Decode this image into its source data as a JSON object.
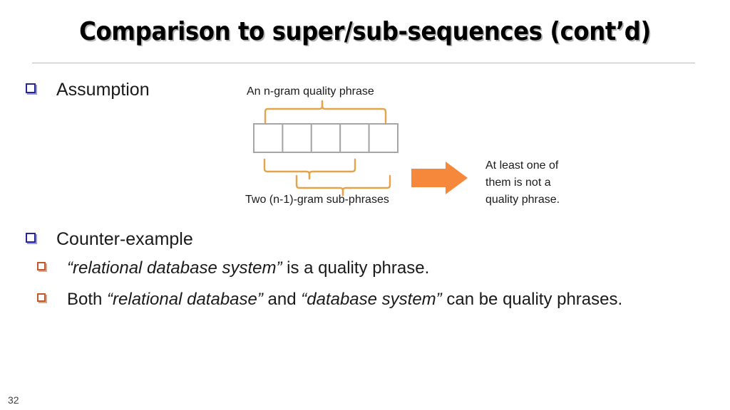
{
  "slide": {
    "title": "Comparison to super/sub-sequences (cont’d)",
    "page_number": "32",
    "colors": {
      "title_text": "#000000",
      "divider": "#b9b9b9",
      "bullet_level1": "#26249b",
      "bullet_level2": "#c1592c",
      "arrow": "#f6883c",
      "brace": "#e5a44c",
      "cell_border": "#a6a6a6",
      "body_text": "#1a1a1a"
    }
  },
  "bullets": {
    "assumption": {
      "marker": "navy-square-bullet",
      "label": "Assumption"
    },
    "counter_example": {
      "marker": "navy-square-bullet",
      "label": "Counter-example"
    },
    "sub": [
      {
        "marker": "rust-square-bullet",
        "parts": [
          {
            "text": "“relational database system”",
            "italic": true
          },
          {
            "text": " is a quality phrase.",
            "italic": false
          }
        ]
      },
      {
        "marker": "rust-square-bullet",
        "parts": [
          {
            "text": "Both ",
            "italic": false
          },
          {
            "text": "“relational database”",
            "italic": true
          },
          {
            "text": " and ",
            "italic": false
          },
          {
            "text": "“database system”",
            "italic": true
          },
          {
            "text": " can be quality phrases.",
            "italic": false
          }
        ]
      }
    ]
  },
  "diagram": {
    "caption_top": "An n-gram quality phrase",
    "caption_bottom": "Two (n-1)-gram sub-phrases",
    "arrow": {
      "name": "orange-right-arrow",
      "color": "#f6883c"
    },
    "conclusion": {
      "line1": "At least one of",
      "line2": "them is not a",
      "line3": "quality phrase."
    },
    "ngram_cells": 5,
    "braces": [
      {
        "name": "top-brace-full-ngram",
        "span": "cells 1-5",
        "direction": "up"
      },
      {
        "name": "bottom-brace-first-subphrase",
        "span": "cells 1-4",
        "direction": "down"
      },
      {
        "name": "bottom-brace-second-subphrase",
        "span": "cells 2-5",
        "direction": "down"
      }
    ]
  }
}
